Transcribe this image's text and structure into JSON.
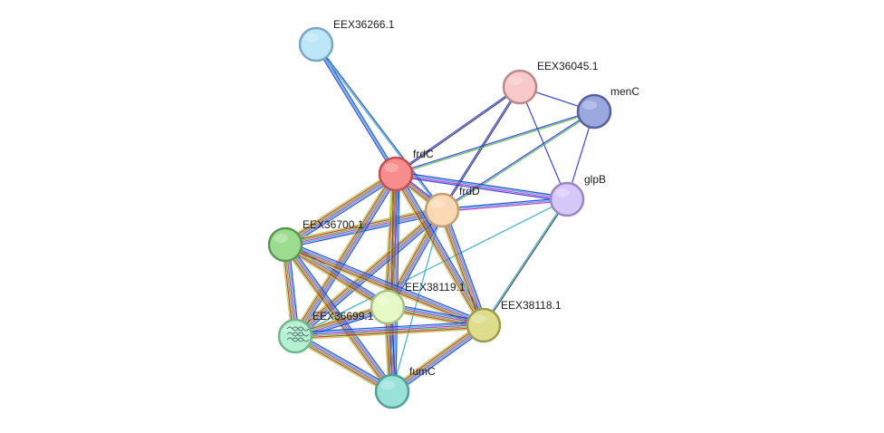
{
  "network": {
    "nodes": [
      {
        "id": "frdC",
        "label": "frdC",
        "fill": "#f98c8c",
        "stroke": "#c05050"
      },
      {
        "id": "frdD",
        "label": "frdD",
        "fill": "#fcd9b4",
        "stroke": "#c0a070"
      },
      {
        "id": "EEX36266",
        "label": "EEX36266.1",
        "fill": "#bde6f9",
        "stroke": "#79a7c6"
      },
      {
        "id": "EEX36045",
        "label": "EEX36045.1",
        "fill": "#f7c9c9",
        "stroke": "#c08888"
      },
      {
        "id": "menC",
        "label": "menC",
        "fill": "#9ba8e0",
        "stroke": "#55609c"
      },
      {
        "id": "glpB",
        "label": "glpB",
        "fill": "#d7c8fa",
        "stroke": "#9a86c8"
      },
      {
        "id": "EEX36700",
        "label": "EEX36700.1",
        "fill": "#9bdc8e",
        "stroke": "#5a9a50"
      },
      {
        "id": "EEX38119",
        "label": "EEX38119.1",
        "fill": "#e6fac6",
        "stroke": "#a8c088"
      },
      {
        "id": "EEX36699",
        "label": "EEX36699.1",
        "fill": "#b4f2d2",
        "stroke": "#70b890"
      },
      {
        "id": "EEX38118",
        "label": "EEX38118.1",
        "fill": "#dddd8c",
        "stroke": "#9c9c50"
      },
      {
        "id": "fumC",
        "label": "fumC",
        "fill": "#98e2d8",
        "stroke": "#50a098"
      }
    ],
    "edges": [
      {
        "source": "EEX36266",
        "target": "frdC",
        "colors": [
          "#2233dd",
          "#22aacc",
          "#2233dd"
        ]
      },
      {
        "source": "EEX36266",
        "target": "frdD",
        "colors": [
          "#2233dd",
          "#22aacc"
        ]
      },
      {
        "source": "EEX36045",
        "target": "frdC",
        "colors": [
          "#333333",
          "#2233dd"
        ]
      },
      {
        "source": "EEX36045",
        "target": "frdD",
        "colors": [
          "#333333",
          "#2233dd"
        ]
      },
      {
        "source": "EEX36045",
        "target": "menC",
        "colors": [
          "#2233dd"
        ]
      },
      {
        "source": "EEX36045",
        "target": "glpB",
        "colors": [
          "#2233dd"
        ]
      },
      {
        "source": "menC",
        "target": "frdC",
        "colors": [
          "#44bb33",
          "#2233dd"
        ]
      },
      {
        "source": "menC",
        "target": "frdD",
        "colors": [
          "#44bb33",
          "#2233dd"
        ]
      },
      {
        "source": "menC",
        "target": "glpB",
        "colors": [
          "#2233dd"
        ]
      },
      {
        "source": "frdC",
        "target": "frdD",
        "colors": [
          "#2233dd",
          "#cc22cc",
          "#44bb33",
          "#cc2222",
          "#bbcc33"
        ]
      },
      {
        "source": "frdC",
        "target": "glpB",
        "colors": [
          "#2233dd",
          "#22aacc",
          "#cc22cc",
          "#2233dd"
        ]
      },
      {
        "source": "frdD",
        "target": "glpB",
        "colors": [
          "#2233dd",
          "#22aacc",
          "#cc22cc"
        ]
      },
      {
        "source": "glpB",
        "target": "EEX38118",
        "colors": [
          "#333333",
          "#22aacc"
        ]
      },
      {
        "source": "glpB",
        "target": "EEX36699",
        "colors": [
          "#22aacc"
        ]
      },
      {
        "source": "frdD",
        "target": "fumC",
        "colors": [
          "#22aacc"
        ]
      },
      {
        "source": "frdC",
        "target": "EEX36700",
        "colors": [
          "#2233dd",
          "#22aacc",
          "#cc22cc",
          "#44bb33",
          "#cc2222",
          "#bbcc33"
        ]
      },
      {
        "source": "frdD",
        "target": "EEX36700",
        "colors": [
          "#2233dd",
          "#22aacc",
          "#cc22cc",
          "#44bb33",
          "#cc2222",
          "#bbcc33"
        ]
      },
      {
        "source": "frdC",
        "target": "EEX38119",
        "colors": [
          "#2233dd",
          "#22aacc",
          "#cc22cc",
          "#44bb33",
          "#cc2222",
          "#bbcc33"
        ]
      },
      {
        "source": "frdD",
        "target": "EEX38119",
        "colors": [
          "#2233dd",
          "#22aacc",
          "#cc22cc",
          "#44bb33",
          "#cc2222",
          "#bbcc33"
        ]
      },
      {
        "source": "frdC",
        "target": "EEX36699",
        "colors": [
          "#2233dd",
          "#22aacc",
          "#cc22cc",
          "#44bb33",
          "#cc2222",
          "#bbcc33"
        ]
      },
      {
        "source": "frdD",
        "target": "EEX36699",
        "colors": [
          "#2233dd",
          "#22aacc",
          "#cc22cc",
          "#44bb33",
          "#cc2222",
          "#bbcc33"
        ]
      },
      {
        "source": "frdC",
        "target": "EEX38118",
        "colors": [
          "#2233dd",
          "#22aacc",
          "#cc22cc",
          "#44bb33",
          "#cc2222",
          "#bbcc33"
        ]
      },
      {
        "source": "frdD",
        "target": "EEX38118",
        "colors": [
          "#2233dd",
          "#22aacc",
          "#cc22cc",
          "#44bb33",
          "#cc2222",
          "#bbcc33"
        ]
      },
      {
        "source": "frdC",
        "target": "fumC",
        "colors": [
          "#2233dd",
          "#22aacc",
          "#cc22cc",
          "#44bb33",
          "#cc2222",
          "#bbcc33"
        ]
      },
      {
        "source": "EEX36700",
        "target": "EEX38119",
        "colors": [
          "#2233dd",
          "#22aacc",
          "#cc22cc",
          "#44bb33",
          "#cc2222",
          "#bbcc33"
        ]
      },
      {
        "source": "EEX36700",
        "target": "EEX36699",
        "colors": [
          "#2233dd",
          "#22aacc",
          "#cc22cc",
          "#44bb33",
          "#cc2222",
          "#bbcc33"
        ]
      },
      {
        "source": "EEX36700",
        "target": "EEX38118",
        "colors": [
          "#2233dd",
          "#22aacc",
          "#cc22cc",
          "#44bb33",
          "#cc2222",
          "#bbcc33"
        ]
      },
      {
        "source": "EEX36700",
        "target": "fumC",
        "colors": [
          "#2233dd",
          "#22aacc",
          "#cc22cc",
          "#44bb33",
          "#cc2222",
          "#bbcc33"
        ]
      },
      {
        "source": "EEX38119",
        "target": "EEX36699",
        "colors": [
          "#2233dd",
          "#22aacc",
          "#cc22cc",
          "#44bb33",
          "#cc2222",
          "#bbcc33"
        ]
      },
      {
        "source": "EEX38119",
        "target": "EEX38118",
        "colors": [
          "#2233dd",
          "#22aacc",
          "#cc22cc",
          "#44bb33",
          "#cc2222",
          "#bbcc33"
        ]
      },
      {
        "source": "EEX38119",
        "target": "fumC",
        "colors": [
          "#2233dd",
          "#22aacc",
          "#cc22cc",
          "#44bb33",
          "#cc2222",
          "#bbcc33"
        ]
      },
      {
        "source": "EEX36699",
        "target": "EEX38118",
        "colors": [
          "#2233dd",
          "#22aacc",
          "#cc22cc",
          "#44bb33",
          "#cc2222",
          "#bbcc33"
        ]
      },
      {
        "source": "EEX36699",
        "target": "fumC",
        "colors": [
          "#2233dd",
          "#22aacc",
          "#cc22cc",
          "#44bb33",
          "#cc2222",
          "#bbcc33"
        ]
      },
      {
        "source": "EEX38118",
        "target": "fumC",
        "colors": [
          "#2233dd",
          "#22aacc",
          "#cc22cc",
          "#44bb33",
          "#cc2222",
          "#bbcc33"
        ]
      }
    ]
  }
}
